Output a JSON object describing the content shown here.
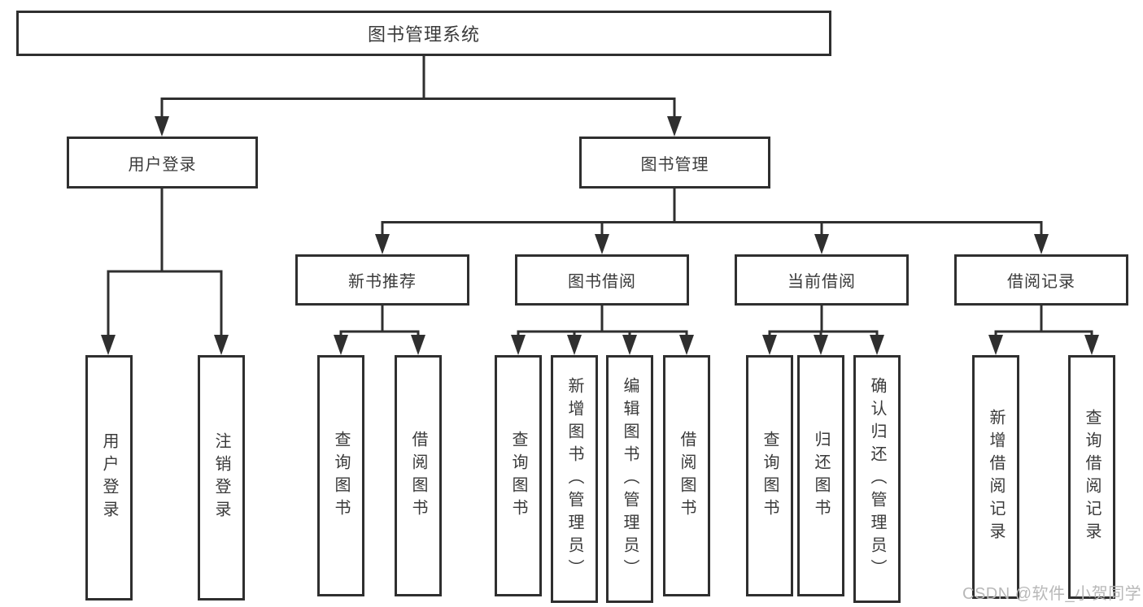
{
  "diagram": {
    "root": {
      "label": "图书管理系统"
    },
    "branches": [
      {
        "label": "用户登录",
        "children": [
          {
            "label": "用户登录"
          },
          {
            "label": "注销登录"
          }
        ]
      },
      {
        "label": "图书管理",
        "children": [
          {
            "label": "新书推荐",
            "children": [
              {
                "label": "查询图书"
              },
              {
                "label": "借阅图书"
              }
            ]
          },
          {
            "label": "图书借阅",
            "children": [
              {
                "label": "查询图书"
              },
              {
                "label": "新增图书（管理员）"
              },
              {
                "label": "编辑图书（管理员）"
              },
              {
                "label": "借阅图书"
              }
            ]
          },
          {
            "label": "当前借阅",
            "children": [
              {
                "label": "查询图书"
              },
              {
                "label": "归还图书"
              },
              {
                "label": "确认归还（管理员）"
              }
            ]
          },
          {
            "label": "借阅记录",
            "children": [
              {
                "label": "新增借阅记录"
              },
              {
                "label": "查询借阅记录"
              }
            ]
          }
        ]
      }
    ]
  },
  "watermark": {
    "text": "CSDN @软件_小贺同学",
    "color": "#b8b8b8"
  },
  "colors": {
    "line": "#2f2f2f",
    "box_border": "#2f2f2f",
    "text": "#3a3a3a",
    "background": "#ffffff"
  }
}
